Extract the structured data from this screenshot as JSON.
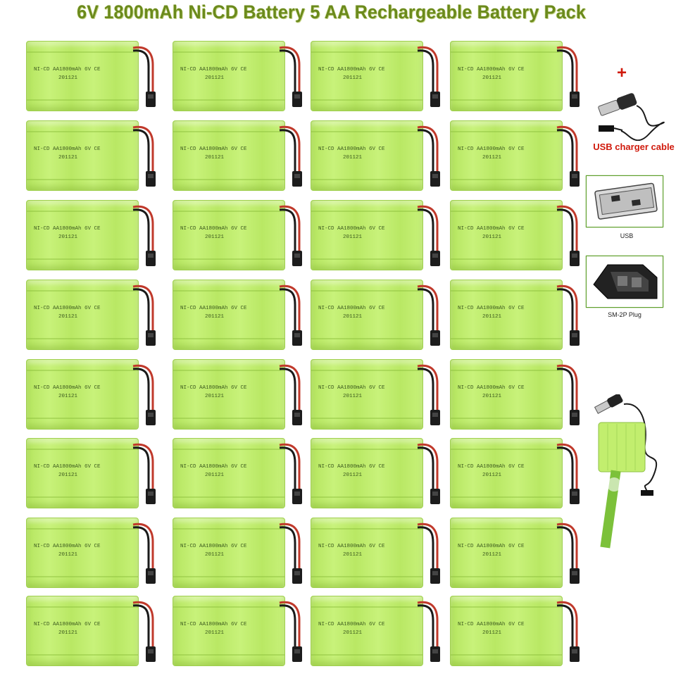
{
  "title": "6V 1800mAh Ni-CD Battery 5 AA Rechargeable Battery Pack",
  "battery": {
    "label_line1": "NI-CD  AA1800mAh  6V  CE",
    "label_line2": "201121",
    "count": 32
  },
  "accessories": {
    "plus": "+",
    "cable_label": "USB charger cable",
    "usb_label": "USB",
    "plug_label": "SM-2P Plug"
  },
  "colors": {
    "title": "#6b8a1c",
    "battery_green": "#c8f27a",
    "accent_red": "#d01a0c",
    "box_border": "#5e9f2a"
  }
}
